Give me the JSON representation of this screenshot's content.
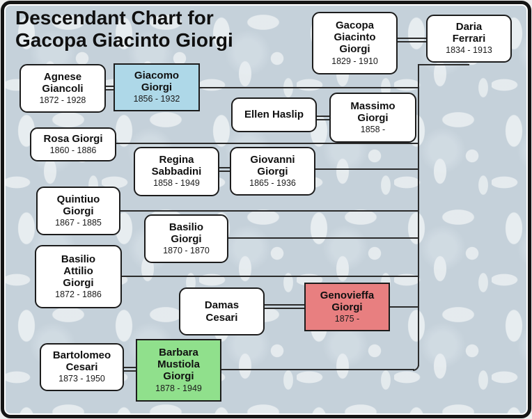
{
  "title": "Descendant Chart for\nGacopa Giacinto Giorgi",
  "colors": {
    "background_base": "#c5d1da",
    "pattern_floral": "#e9eef1",
    "frame": "#141414",
    "box_fill_default": "#ffffff",
    "box_border": "#1c1c1c",
    "highlight_blue": "#aed8e8",
    "highlight_red": "#e87f80",
    "highlight_green": "#90e08c",
    "connector_line": "#2b2b2b"
  },
  "people": [
    {
      "name": "Gacopa\nGiacinto\nGiorgi",
      "dates": "1829 - 1910",
      "highlight": "none"
    },
    {
      "name": "Daria\nFerrari",
      "dates": "1834 - 1913",
      "highlight": "none"
    },
    {
      "name": "Agnese\nGiancoli",
      "dates": "1872 - 1928",
      "highlight": "none"
    },
    {
      "name": "Giacomo\nGiorgi",
      "dates": "1856 - 1932",
      "highlight": "blue"
    },
    {
      "name": "Ellen Haslip",
      "dates": "",
      "highlight": "none"
    },
    {
      "name": "Massimo\nGiorgi",
      "dates": "1858 -",
      "highlight": "none"
    },
    {
      "name": "Rosa Giorgi",
      "dates": "1860 - 1886",
      "highlight": "none"
    },
    {
      "name": "Regina\nSabbadini",
      "dates": "1858 - 1949",
      "highlight": "none"
    },
    {
      "name": "Giovanni\nGiorgi",
      "dates": "1865 - 1936",
      "highlight": "none"
    },
    {
      "name": "Quintiuo\nGiorgi",
      "dates": "1867 - 1885",
      "highlight": "none"
    },
    {
      "name": "Basilio\nGiorgi",
      "dates": "1870 - 1870",
      "highlight": "none"
    },
    {
      "name": "Basilio\nAttilio\nGiorgi",
      "dates": "1872 - 1886",
      "highlight": "none"
    },
    {
      "name": "Damas\nCesari",
      "dates": "",
      "highlight": "none"
    },
    {
      "name": "Genovieffa\nGiorgi",
      "dates": "1875 -",
      "highlight": "red"
    },
    {
      "name": "Bartolomeo\nCesari",
      "dates": "1873 - 1950",
      "highlight": "none"
    },
    {
      "name": "Barbara\nMustiola\nGiorgi",
      "dates": "1878 - 1949",
      "highlight": "green"
    }
  ]
}
